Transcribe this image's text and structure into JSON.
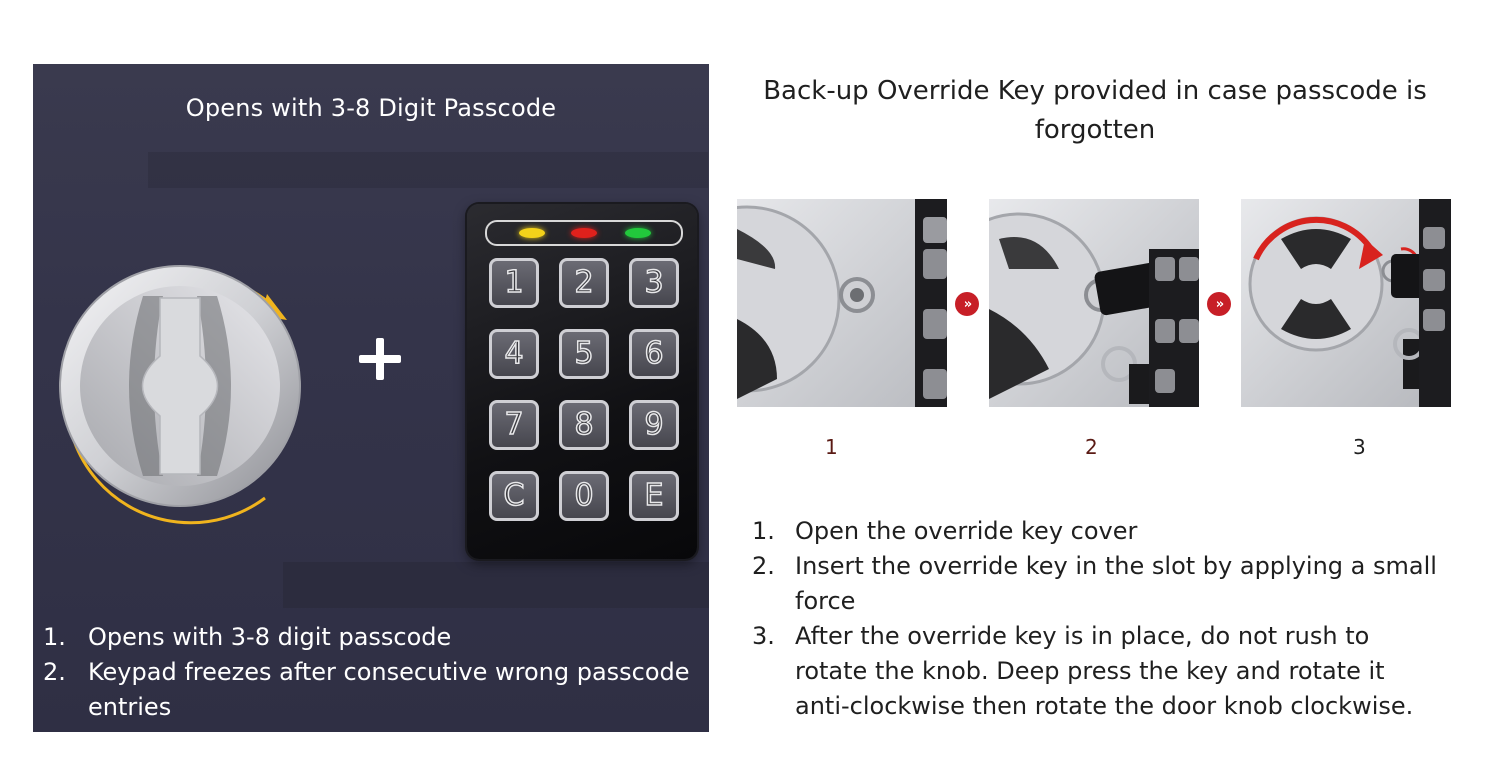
{
  "left": {
    "title": "Opens with 3-8 Digit Passcode",
    "keypad": {
      "leds": [
        "#f3d21a",
        "#e0211c",
        "#22c83c"
      ],
      "keys": [
        "1",
        "2",
        "3",
        "4",
        "5",
        "6",
        "7",
        "8",
        "9",
        "C",
        "0",
        "E"
      ]
    },
    "list": [
      {
        "num": "1.",
        "text": "Opens with 3-8 digit passcode"
      },
      {
        "num": "2.",
        "text": "Keypad freezes after consecutive wrong passcode entries"
      }
    ]
  },
  "right": {
    "title": "Back-up Override Key  provided in case passcode is forgotten",
    "steps": [
      "1",
      "2",
      "3"
    ],
    "arrow_glyph": "»",
    "list": [
      {
        "num": "1.",
        "text": "Open the override key cover"
      },
      {
        "num": "2.",
        "text": "Insert the override key in the slot by applying a small force"
      },
      {
        "num": "3.",
        "text": "After the override key is in place, do not rush to rotate the knob. Deep press the key and rotate it anti-clockwise then rotate the door knob clockwise."
      }
    ]
  },
  "colors": {
    "panel": "#34344a",
    "accent_arrow": "#f0b41e",
    "badge": "#c71f27"
  }
}
